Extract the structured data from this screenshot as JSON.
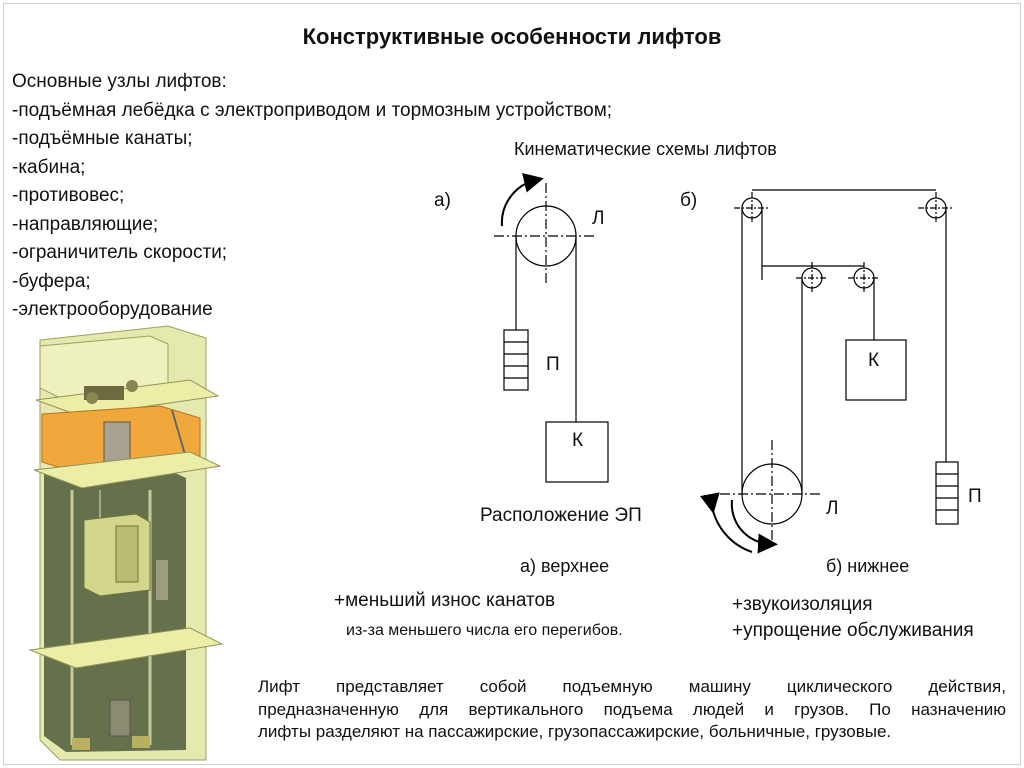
{
  "title": "Конструктивные особенности лифтов",
  "nodes": {
    "heading": "Основные узлы лифтов:",
    "items": [
      "-подъёмная лебёдка с электроприводом и тормозным устройством;",
      "-подъёмные канаты;",
      "-кабина;",
      "-противовес;",
      "-направляющие;",
      "-ограничитель скорости;",
      "-буфера;",
      "-электрооборудование"
    ]
  },
  "schemes": {
    "title": "Кинематические схемы лифтов",
    "a": {
      "tag": "а)",
      "pulley": "Л",
      "counterweight": "П",
      "cabin": "К"
    },
    "b": {
      "tag": "б)",
      "pulley": "Л",
      "counterweight": "П",
      "cabin": "К"
    }
  },
  "drive": {
    "title": "Расположение ЭП",
    "top_label": "а) верхнее",
    "bottom_label": "б) нижнее",
    "top_plus": "+меньший износ канатов",
    "top_note": "из-за меньшего числа его перегибов.",
    "bottom_plus_1": "+звукоизоляция",
    "bottom_plus_2": "+упрощение обслуживания"
  },
  "description": {
    "line1": [
      "Лифт",
      "представляет",
      "собой",
      "подъемную",
      "машину",
      "циклического",
      "действия,"
    ],
    "line2": [
      "предназначенную",
      "для",
      "вертикального",
      "подъема",
      "людей",
      "и",
      "грузов.",
      "По",
      "назначению"
    ],
    "line3": "лифты разделяют на пассажирские, грузопассажирские, больничные, грузовые."
  },
  "colors": {
    "floor_slab": "#e9ecb0",
    "shaft_wall": "#dfe3a5",
    "machine_room_orange": "#f0a83c",
    "cabin": "#d4d890"
  }
}
